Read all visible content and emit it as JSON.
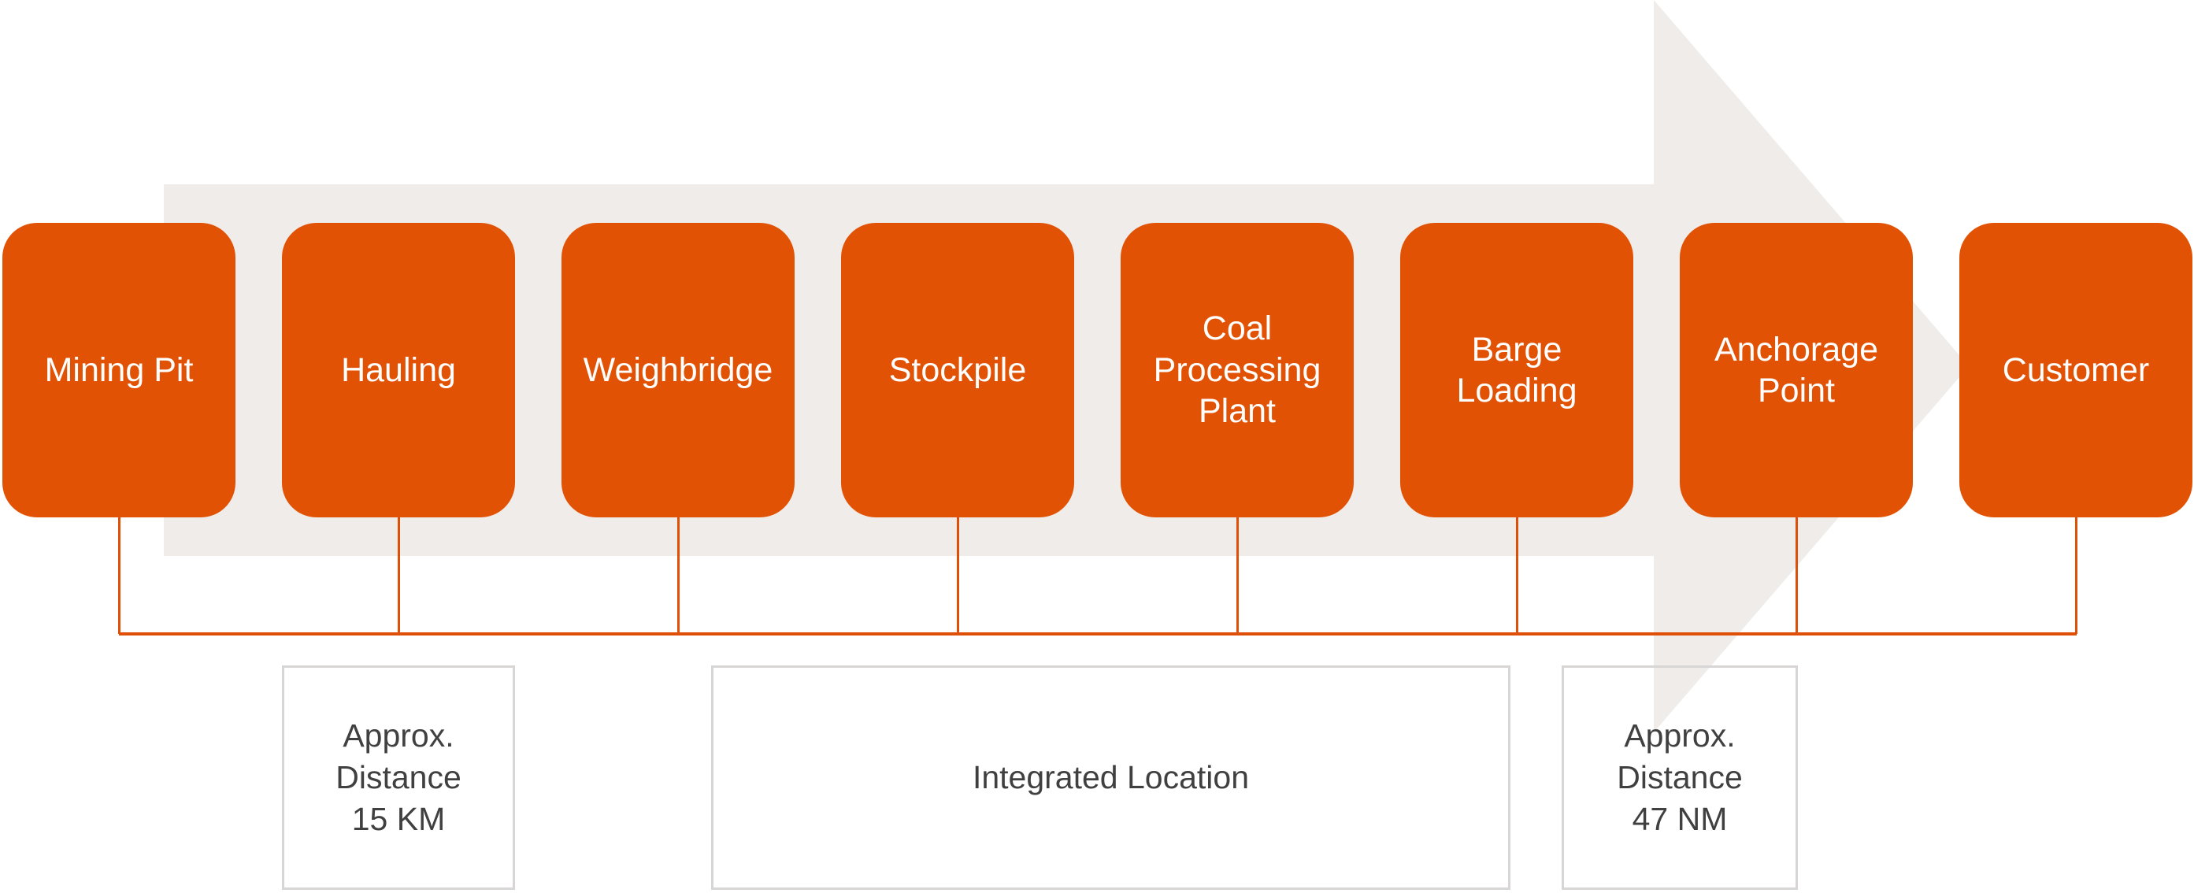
{
  "steps": [
    {
      "label": "Mining Pit"
    },
    {
      "label": "Hauling"
    },
    {
      "label": "Weighbridge"
    },
    {
      "label": "Stockpile"
    },
    {
      "label": "Coal\nProcessing\nPlant"
    },
    {
      "label": "Barge\nLoading"
    },
    {
      "label": "Anchorage\nPoint"
    },
    {
      "label": "Customer"
    }
  ],
  "annotations": [
    {
      "label": "Approx.\nDistance\n15 KM"
    },
    {
      "label": "Integrated Location"
    },
    {
      "label": "Approx.\nDistance\n47 NM"
    }
  ],
  "colors": {
    "step_fill": "#e25205",
    "step_text": "#ffffff",
    "connector_line": "#e04f08",
    "arrow_background": "#efece9",
    "annotation_border": "#d8d6d4",
    "annotation_text": "#404040"
  }
}
